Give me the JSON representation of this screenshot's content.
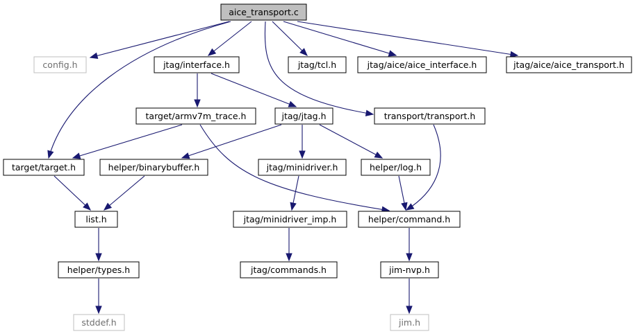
{
  "graph": {
    "nodes": {
      "root": {
        "label": "aice_transport.c"
      },
      "config": {
        "label": "config.h"
      },
      "target": {
        "label": "target/target.h"
      },
      "interface": {
        "label": "jtag/interface.h"
      },
      "tcl": {
        "label": "jtag/tcl.h"
      },
      "aice_interface": {
        "label": "jtag/aice/aice_interface.h"
      },
      "aice_transport": {
        "label": "jtag/aice/aice_transport.h"
      },
      "armv7m_trace": {
        "label": "target/armv7m_trace.h"
      },
      "jtag": {
        "label": "jtag/jtag.h"
      },
      "transport": {
        "label": "transport/transport.h"
      },
      "binarybuffer": {
        "label": "helper/binarybuffer.h"
      },
      "minidriver": {
        "label": "jtag/minidriver.h"
      },
      "log": {
        "label": "helper/log.h"
      },
      "list": {
        "label": "list.h"
      },
      "minidriver_imp": {
        "label": "jtag/minidriver_imp.h"
      },
      "command": {
        "label": "helper/command.h"
      },
      "types": {
        "label": "helper/types.h"
      },
      "commands": {
        "label": "jtag/commands.h"
      },
      "jim_nvp": {
        "label": "jim-nvp.h"
      },
      "stddef": {
        "label": "stddef.h"
      },
      "jim": {
        "label": "jim.h"
      }
    },
    "edges": [
      {
        "from": "root",
        "to": "config"
      },
      {
        "from": "root",
        "to": "target"
      },
      {
        "from": "root",
        "to": "interface"
      },
      {
        "from": "root",
        "to": "tcl"
      },
      {
        "from": "root",
        "to": "aice_interface"
      },
      {
        "from": "root",
        "to": "aice_transport"
      },
      {
        "from": "root",
        "to": "transport"
      },
      {
        "from": "interface",
        "to": "armv7m_trace"
      },
      {
        "from": "interface",
        "to": "jtag"
      },
      {
        "from": "armv7m_trace",
        "to": "target"
      },
      {
        "from": "armv7m_trace",
        "to": "command"
      },
      {
        "from": "jtag",
        "to": "binarybuffer"
      },
      {
        "from": "jtag",
        "to": "minidriver"
      },
      {
        "from": "jtag",
        "to": "log"
      },
      {
        "from": "transport",
        "to": "command"
      },
      {
        "from": "target",
        "to": "list"
      },
      {
        "from": "binarybuffer",
        "to": "list"
      },
      {
        "from": "minidriver",
        "to": "minidriver_imp"
      },
      {
        "from": "log",
        "to": "command"
      },
      {
        "from": "list",
        "to": "types"
      },
      {
        "from": "minidriver_imp",
        "to": "commands"
      },
      {
        "from": "command",
        "to": "jim_nvp"
      },
      {
        "from": "types",
        "to": "stddef"
      },
      {
        "from": "jim_nvp",
        "to": "jim"
      }
    ],
    "colors": {
      "edge": "#191970",
      "root_fill": "#bfbfbf",
      "node_border": "#000000",
      "missing_border": "#bfbfbf"
    }
  }
}
